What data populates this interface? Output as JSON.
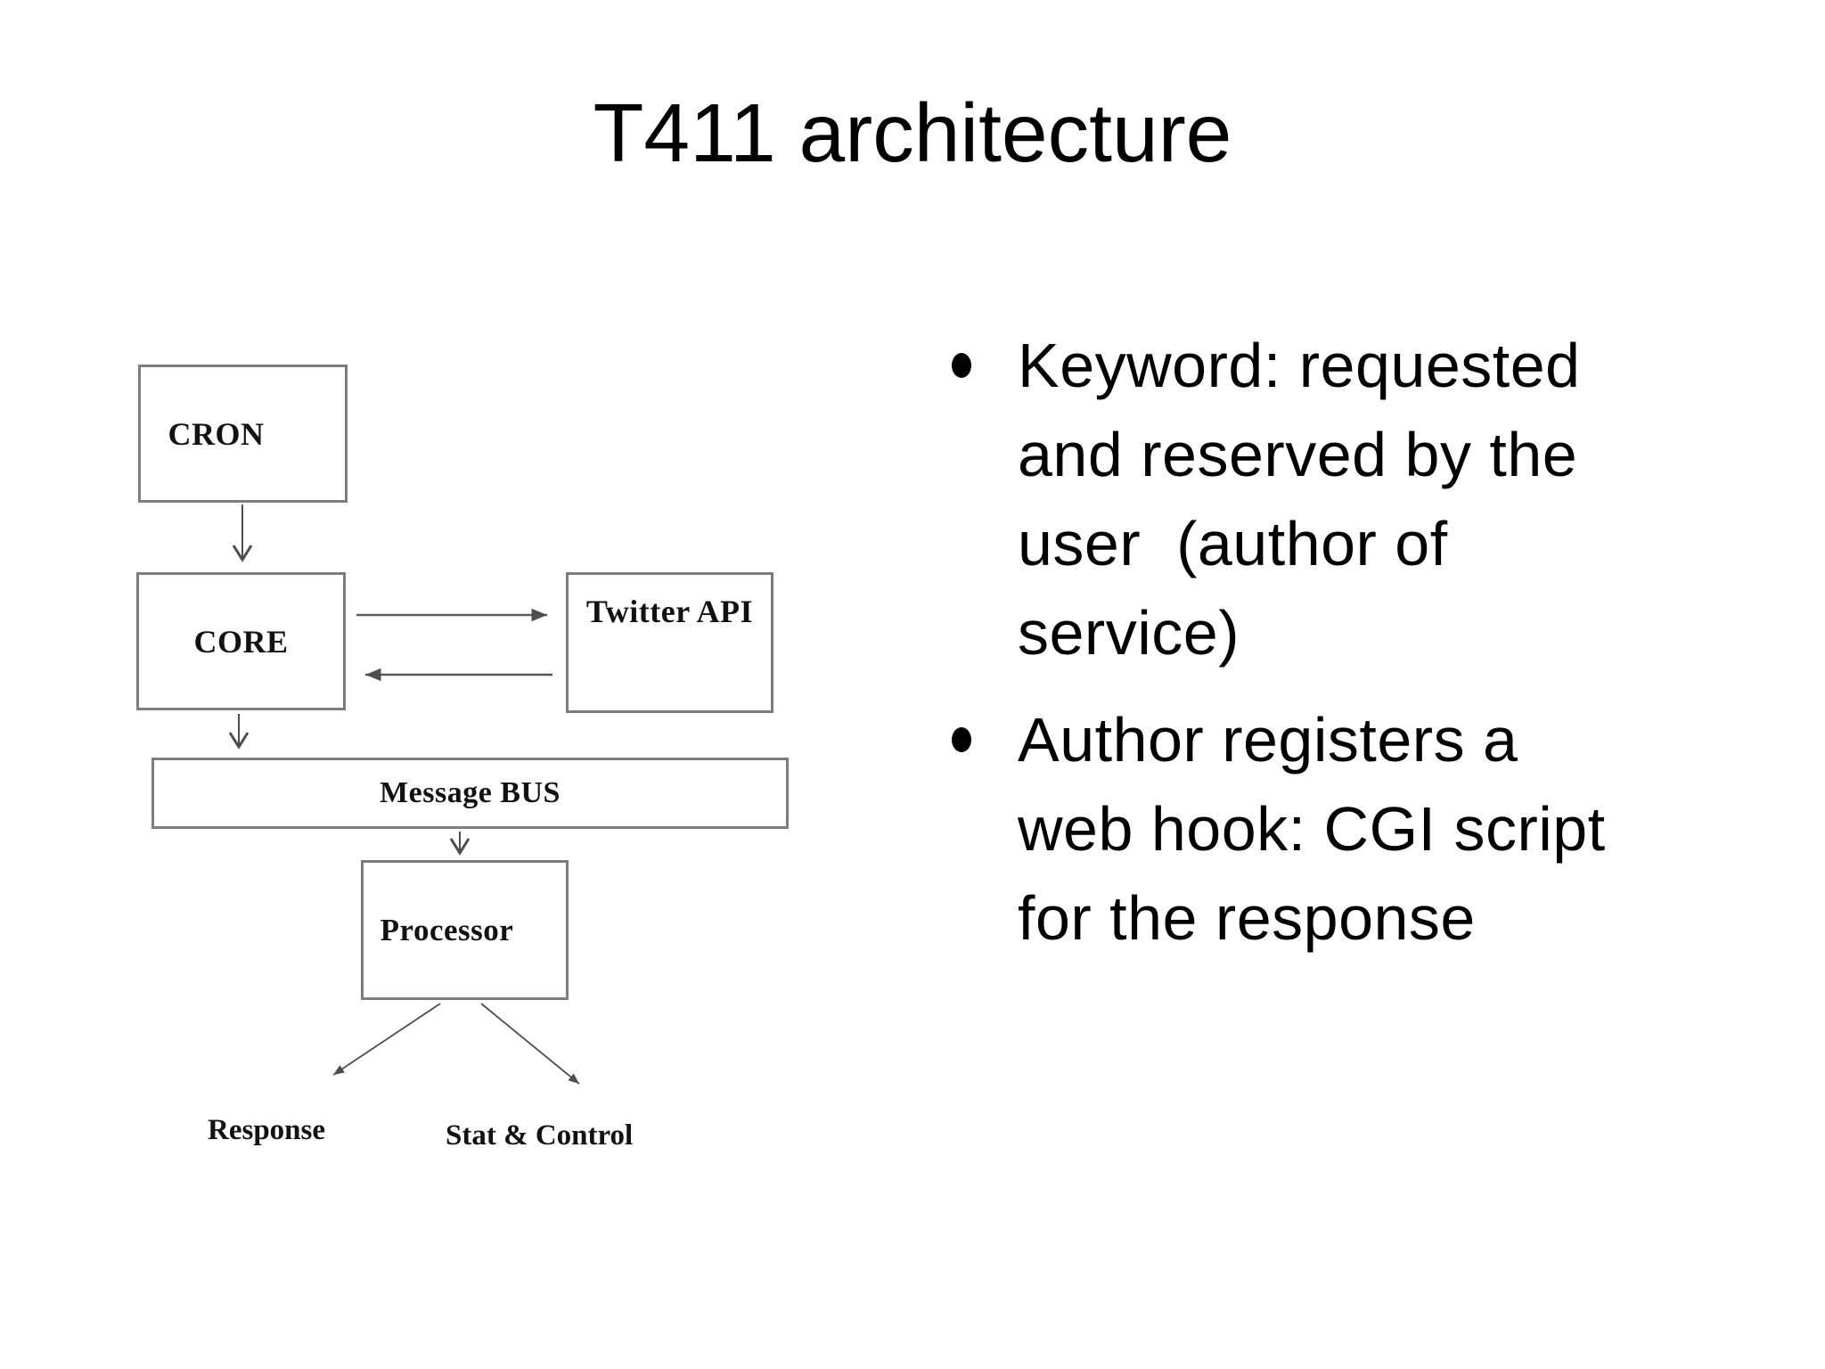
{
  "title": "T411 architecture",
  "diagram": {
    "nodes": {
      "cron": "CRON",
      "core": "CORE",
      "twitter_api": "Twitter API",
      "message_bus": "Message BUS",
      "processor": "Processor"
    },
    "outputs": {
      "response": "Response",
      "stat_control": "Stat & Control"
    }
  },
  "bullets": [
    {
      "lines": [
        "Keyword: requested",
        "and reserved by the",
        "user  (author of",
        "service)"
      ]
    },
    {
      "lines": [
        "Author registers a",
        "web hook: CGI script",
        "for the response"
      ]
    }
  ],
  "colors": {
    "box_border": "#7d7d7d",
    "arrow": "#4d4d4d",
    "text": "#000000",
    "background": "#ffffff"
  }
}
